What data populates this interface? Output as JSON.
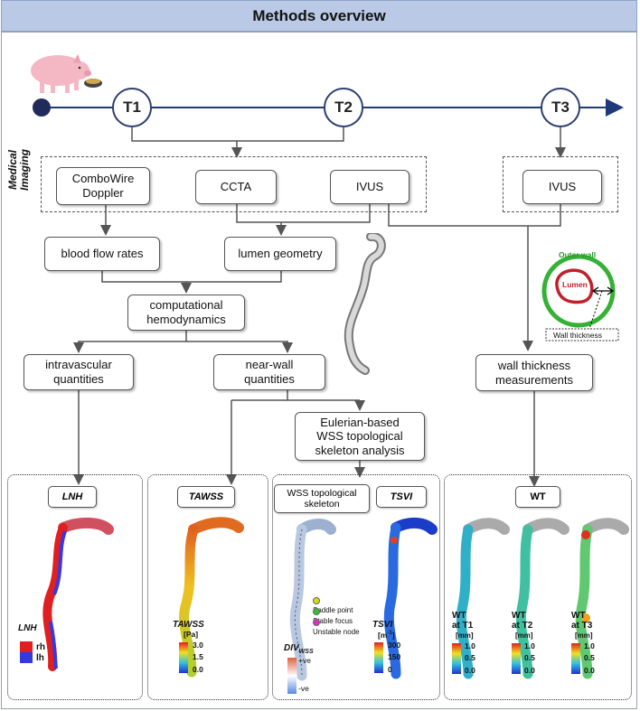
{
  "title": "Methods overview",
  "timeline": {
    "points": [
      "T1",
      "T2",
      "T3"
    ]
  },
  "imaging_label": "Medical\nImaging",
  "boxes": {
    "combowire": "ComboWire\nDoppler",
    "ccta": "CCTA",
    "ivus1": "IVUS",
    "ivus3": "IVUS",
    "flow": "blood flow rates",
    "lumen": "lumen geometry",
    "cfd": "computational\nhemodynamics",
    "intravascular": "intravascular\nquantities",
    "nearwall": "near-wall\nquantities",
    "eulerian": "Eulerian-based\nWSS topological\nskeleton analysis",
    "wallthick": "wall thickness\nmeasurements"
  },
  "inset": {
    "outer_wall": "Outer wall",
    "lumen": "Lumen",
    "wall_thickness": "Wall thickness"
  },
  "panels": {
    "lnh": {
      "label": "LNH",
      "legend_title": "LNH",
      "legend_items": [
        {
          "label": "rh",
          "color": "#e02020"
        },
        {
          "label": "lh",
          "color": "#3838e0"
        }
      ]
    },
    "tawss": {
      "label": "TAWSS",
      "legend_title": "TAWSS",
      "unit": "[Pa]",
      "ticks": [
        "3.0",
        "1.5",
        "0.0"
      ]
    },
    "skeleton": {
      "label": "WSS topological\nskeleton",
      "legend_title": "DIV",
      "legend_sub": "WSS",
      "plus": "+ve",
      "minus": "-ve",
      "points": [
        {
          "label": "Saddle point",
          "color": "#d8d820"
        },
        {
          "label": "Stable focus",
          "color": "#30c030"
        },
        {
          "label": "Unstable node",
          "color": "#e030c0"
        }
      ]
    },
    "tsvi": {
      "label": "TSVI",
      "legend_title": "TSVI",
      "unit": "[m",
      "unit_sup": "-1",
      "unit_end": "]",
      "ticks": [
        "300",
        "150",
        "0"
      ]
    },
    "wt": {
      "label": "WT",
      "maps": [
        {
          "title": "WT\nat T1",
          "unit": "[mm]",
          "ticks": [
            "1.0",
            "0.5",
            "0.0"
          ]
        },
        {
          "title": "WT\nat T2",
          "unit": "[mm]",
          "ticks": [
            "1.0",
            "0.5",
            "0.0"
          ]
        },
        {
          "title": "WT\nat T3",
          "unit": "[mm]",
          "ticks": [
            "1.0",
            "0.5",
            "0.0"
          ]
        }
      ]
    }
  },
  "colors": {
    "timeline": "#1f3a78",
    "title_bg": "#b9c9e6",
    "outer_wall": "#35b135",
    "lumen_ring": "#c0202a"
  }
}
